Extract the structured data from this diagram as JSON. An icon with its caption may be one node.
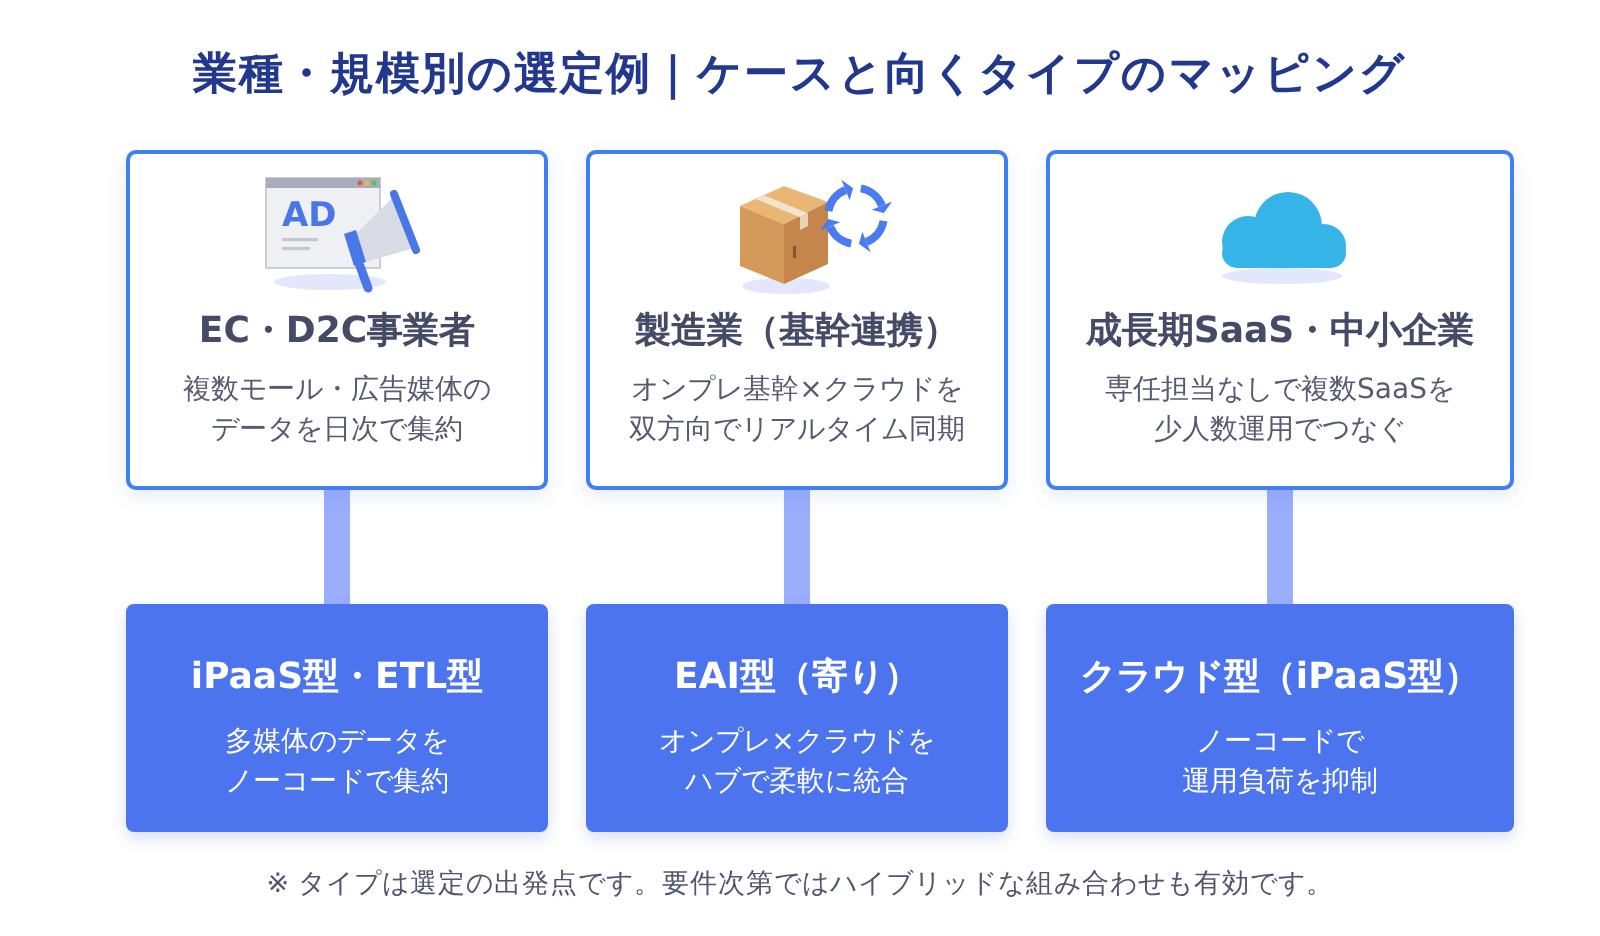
{
  "diagram": {
    "title": "業種・規模別の選定例｜ケースと向くタイプのマッピング",
    "nodes": [
      {
        "text": [
          "EC・D2C事業者",
          "複数モール・広告媒体のデータを日次で集約"
        ]
      },
      {
        "text": [
          "製造業（基幹連携）",
          "オンプレ基幹×クラウドを双方向でリアルタイム同期"
        ]
      },
      {
        "text": [
          "成長期SaaS・中小企業",
          "専任担当なしで複数SaaSを少人数運用でつなぐ"
        ]
      },
      {
        "text": [
          "iPaaS型・ETL型",
          "多媒体のデータをノーコードで集約"
        ]
      },
      {
        "text": [
          "EAI型（寄り）",
          "オンプレ×クラウドをハブで柔軟に統合"
        ]
      },
      {
        "text": [
          "クラウド型（iPaaS型）",
          "ノーコードで運用負荷を抑制"
        ]
      }
    ],
    "edges": [
      {
        "from": 0,
        "to": 3,
        "arrow": "none"
      },
      {
        "from": 1,
        "to": 4,
        "arrow": "none"
      },
      {
        "from": 2,
        "to": 5,
        "arrow": "none"
      }
    ],
    "labels": [
      "AD",
      "※ タイプは選定の出発点です。要件次第ではハイブリッドな組み合わせも有効です。"
    ]
  }
}
